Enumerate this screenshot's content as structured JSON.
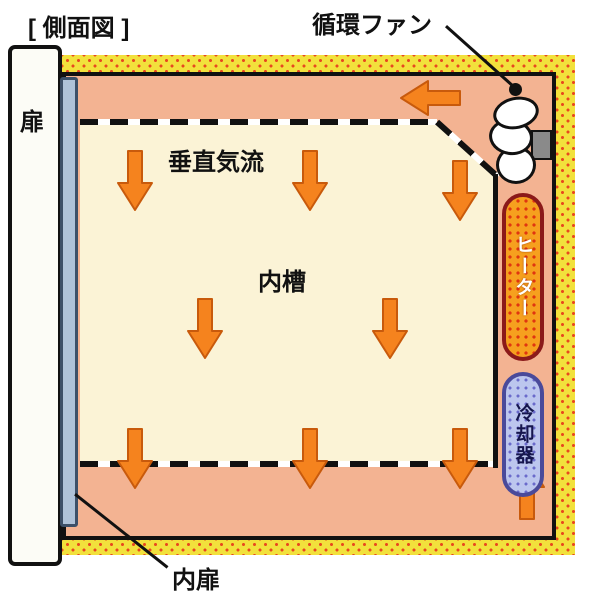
{
  "diagram": {
    "title": "[ 側面図 ]",
    "labels": {
      "circulation_fan": "循環ファン",
      "door": "扉",
      "vertical_airflow": "垂直気流",
      "inner_chamber": "内槽",
      "heater": "ヒーター",
      "cooler": "冷却器",
      "inner_door": "内扉"
    },
    "colors": {
      "insulation_yellow": "#F2E13C",
      "insulation_dot_red": "#E8481E",
      "plenum_salmon": "#F3B392",
      "inner_chamber_cream": "#FBF3D6",
      "arrow_orange": "#F5831E",
      "arrow_outline": "#C85A0C",
      "heater_fill": "#F6A01E",
      "heater_border": "#8B1A1A",
      "cooler_fill": "#BCC6EE",
      "cooler_border": "#4A4A9A",
      "inner_door_fill": "#AEC2D8",
      "outline_black": "#111111"
    }
  }
}
